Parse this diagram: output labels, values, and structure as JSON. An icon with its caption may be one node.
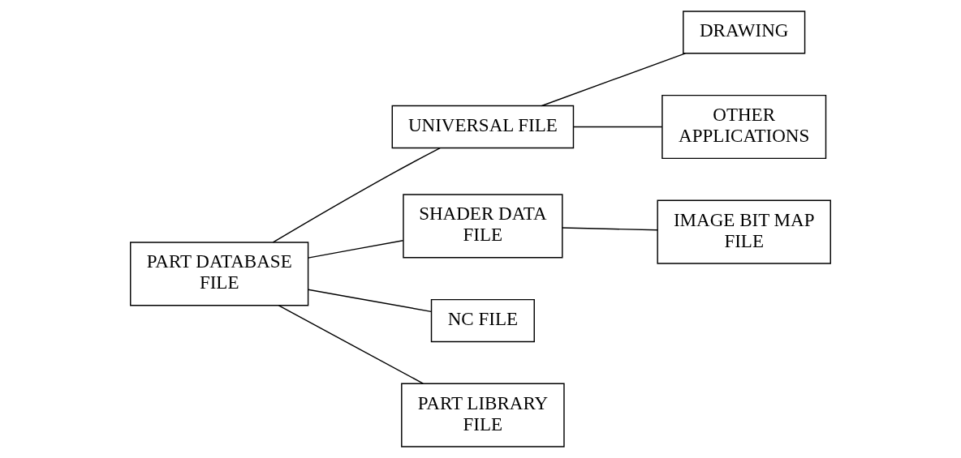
{
  "diagram": {
    "nodes": [
      {
        "text": [
          "PART DATABASE FILE"
        ]
      },
      {
        "text": [
          "UNIVERSAL FILE"
        ]
      },
      {
        "text": [
          "DRAWING"
        ]
      },
      {
        "text": [
          "OTHER APPLICATIONS"
        ]
      },
      {
        "text": [
          "SHADER DATA FILE"
        ]
      },
      {
        "text": [
          "IMAGE BIT MAP FILE"
        ]
      },
      {
        "text": [
          "NC FILE"
        ]
      },
      {
        "text": [
          "PART LIBRARY FILE"
        ]
      }
    ],
    "edges": [
      {
        "from": 0,
        "to": 1,
        "arrow": "none"
      },
      {
        "from": 1,
        "to": 2,
        "arrow": "none"
      },
      {
        "from": 1,
        "to": 3,
        "arrow": "none"
      },
      {
        "from": 0,
        "to": 4,
        "arrow": "none"
      },
      {
        "from": 4,
        "to": 5,
        "arrow": "none"
      },
      {
        "from": 0,
        "to": 6,
        "arrow": "none"
      },
      {
        "from": 0,
        "to": 7,
        "arrow": "none"
      }
    ]
  }
}
